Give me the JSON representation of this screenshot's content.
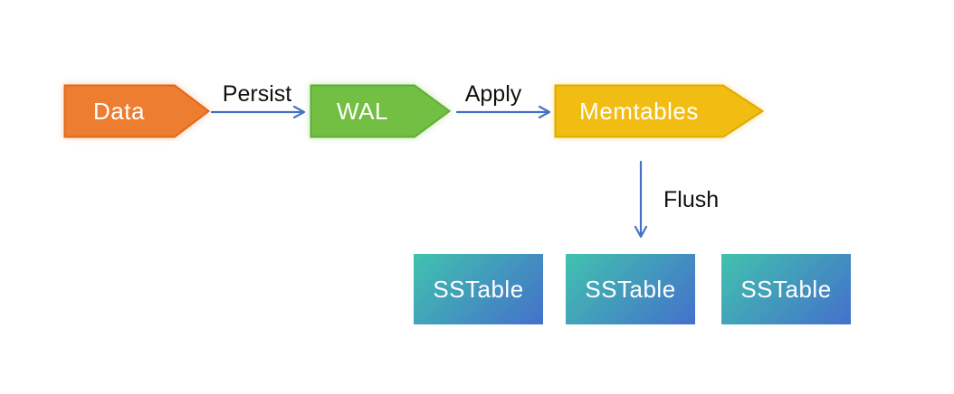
{
  "colors": {
    "canvas-bg": "#ffffff",
    "node-orange": "#ED7D31",
    "node-orange-border": "#E0681A",
    "node-orange-glow": "#ED7D3166",
    "node-green": "#72BF44",
    "node-green-border": "#5FAD33",
    "node-green-glow": "#72BF4466",
    "node-gold": "#F2BD13",
    "node-gold-border": "#E3A900",
    "node-gold-glow": "#F2BD1366",
    "arrow-blue": "#4472C4",
    "label-text": "#111111",
    "node-text": "#FFFFFF",
    "sstable-grad-start": "#41C2AE",
    "sstable-grad-end": "#4470CB"
  },
  "nodes": {
    "data": {
      "label": "Data"
    },
    "wal": {
      "label": "WAL"
    },
    "memtables": {
      "label": "Memtables"
    }
  },
  "edges": {
    "persist": {
      "label": "Persist"
    },
    "apply": {
      "label": "Apply"
    },
    "flush": {
      "label": "Flush"
    }
  },
  "sstables": [
    {
      "label": "SSTable"
    },
    {
      "label": "SSTable"
    },
    {
      "label": "SSTable"
    }
  ]
}
